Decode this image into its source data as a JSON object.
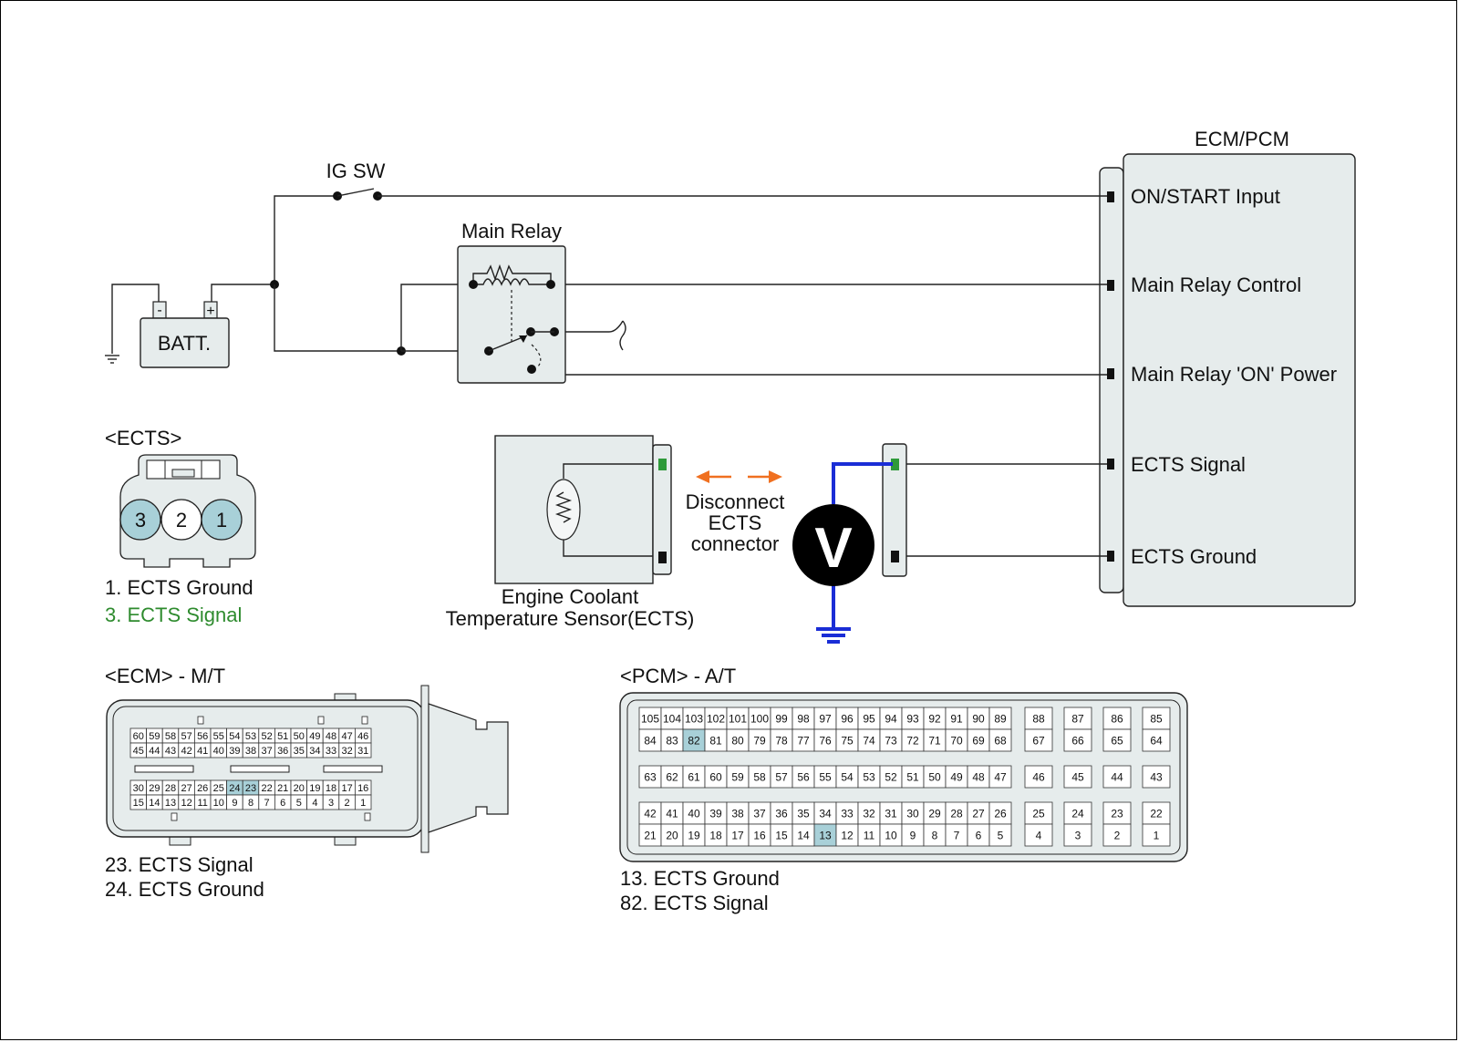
{
  "colors": {
    "component_fill": "#e6ecec",
    "highlight_pin": "#a8d0d8",
    "signal_text": "#2e8b2e",
    "signal_pin": "#2e9a3a",
    "meter_wire": "#1a2dd6",
    "arrow": "#f07020",
    "meter_body": "#000000"
  },
  "ecm": {
    "title": "ECM/PCM",
    "pins": [
      "ON/START Input",
      "Main Relay Control",
      "Main Relay 'ON' Power",
      "ECTS Signal",
      "ECTS Ground"
    ]
  },
  "ig_sw": {
    "label": "IG SW"
  },
  "main_relay": {
    "label": "Main Relay"
  },
  "battery": {
    "label": "BATT.",
    "minus": "-",
    "plus": "+"
  },
  "sensor": {
    "name_line1": "Engine Coolant",
    "name_line2": "Temperature Sensor(ECTS)"
  },
  "disconnect_note": {
    "lines": [
      "Disconnect",
      "ECTS",
      "connector"
    ]
  },
  "voltmeter": {
    "symbol": "V"
  },
  "ects_connector": {
    "title": "<ECTS>",
    "pins": [
      "3",
      "2",
      "1"
    ],
    "highlighted": [
      "3",
      "1"
    ],
    "legend": [
      "1. ECTS Ground",
      "3. ECTS Signal"
    ]
  },
  "ecm_connector": {
    "title": "<ECM> - M/T",
    "rows": [
      [
        "60",
        "59",
        "58",
        "57",
        "56",
        "55",
        "54",
        "53",
        "52",
        "51",
        "50",
        "49",
        "48",
        "47",
        "46"
      ],
      [
        "45",
        "44",
        "43",
        "42",
        "41",
        "40",
        "39",
        "38",
        "37",
        "36",
        "35",
        "34",
        "33",
        "32",
        "31"
      ],
      [
        "30",
        "29",
        "28",
        "27",
        "26",
        "25",
        "24",
        "23",
        "22",
        "21",
        "20",
        "19",
        "18",
        "17",
        "16"
      ],
      [
        "15",
        "14",
        "13",
        "12",
        "11",
        "10",
        "9",
        "8",
        "7",
        "6",
        "5",
        "4",
        "3",
        "2",
        "1"
      ]
    ],
    "highlighted": [
      "24",
      "23"
    ],
    "legend": [
      "23. ECTS Signal",
      "24. ECTS Ground"
    ]
  },
  "pcm_connector": {
    "title": "<PCM> - A/T",
    "main_rows": [
      [
        "105",
        "104",
        "103",
        "102",
        "101",
        "100",
        "99",
        "98",
        "97",
        "96",
        "95",
        "94",
        "93",
        "92",
        "91",
        "90",
        "89"
      ],
      [
        "84",
        "83",
        "82",
        "81",
        "80",
        "79",
        "78",
        "77",
        "76",
        "75",
        "74",
        "73",
        "72",
        "71",
        "70",
        "69",
        "68"
      ],
      [
        "63",
        "62",
        "61",
        "60",
        "59",
        "58",
        "57",
        "56",
        "55",
        "54",
        "53",
        "52",
        "51",
        "50",
        "49",
        "48",
        "47"
      ],
      [
        "42",
        "41",
        "40",
        "39",
        "38",
        "37",
        "36",
        "35",
        "34",
        "33",
        "32",
        "31",
        "30",
        "29",
        "28",
        "27",
        "26"
      ],
      [
        "21",
        "20",
        "19",
        "18",
        "17",
        "16",
        "15",
        "14",
        "13",
        "12",
        "11",
        "10",
        "9",
        "8",
        "7",
        "6",
        "5"
      ]
    ],
    "side_rows": [
      [
        "88",
        "87",
        "86",
        "85"
      ],
      [
        "67",
        "66",
        "65",
        "64"
      ],
      [
        "46",
        "45",
        "44",
        "43"
      ],
      [
        "25",
        "24",
        "23",
        "22"
      ],
      [
        "4",
        "3",
        "2",
        "1"
      ]
    ],
    "highlighted": [
      "82",
      "13"
    ],
    "legend": [
      "13. ECTS Ground",
      "82. ECTS Signal"
    ]
  }
}
